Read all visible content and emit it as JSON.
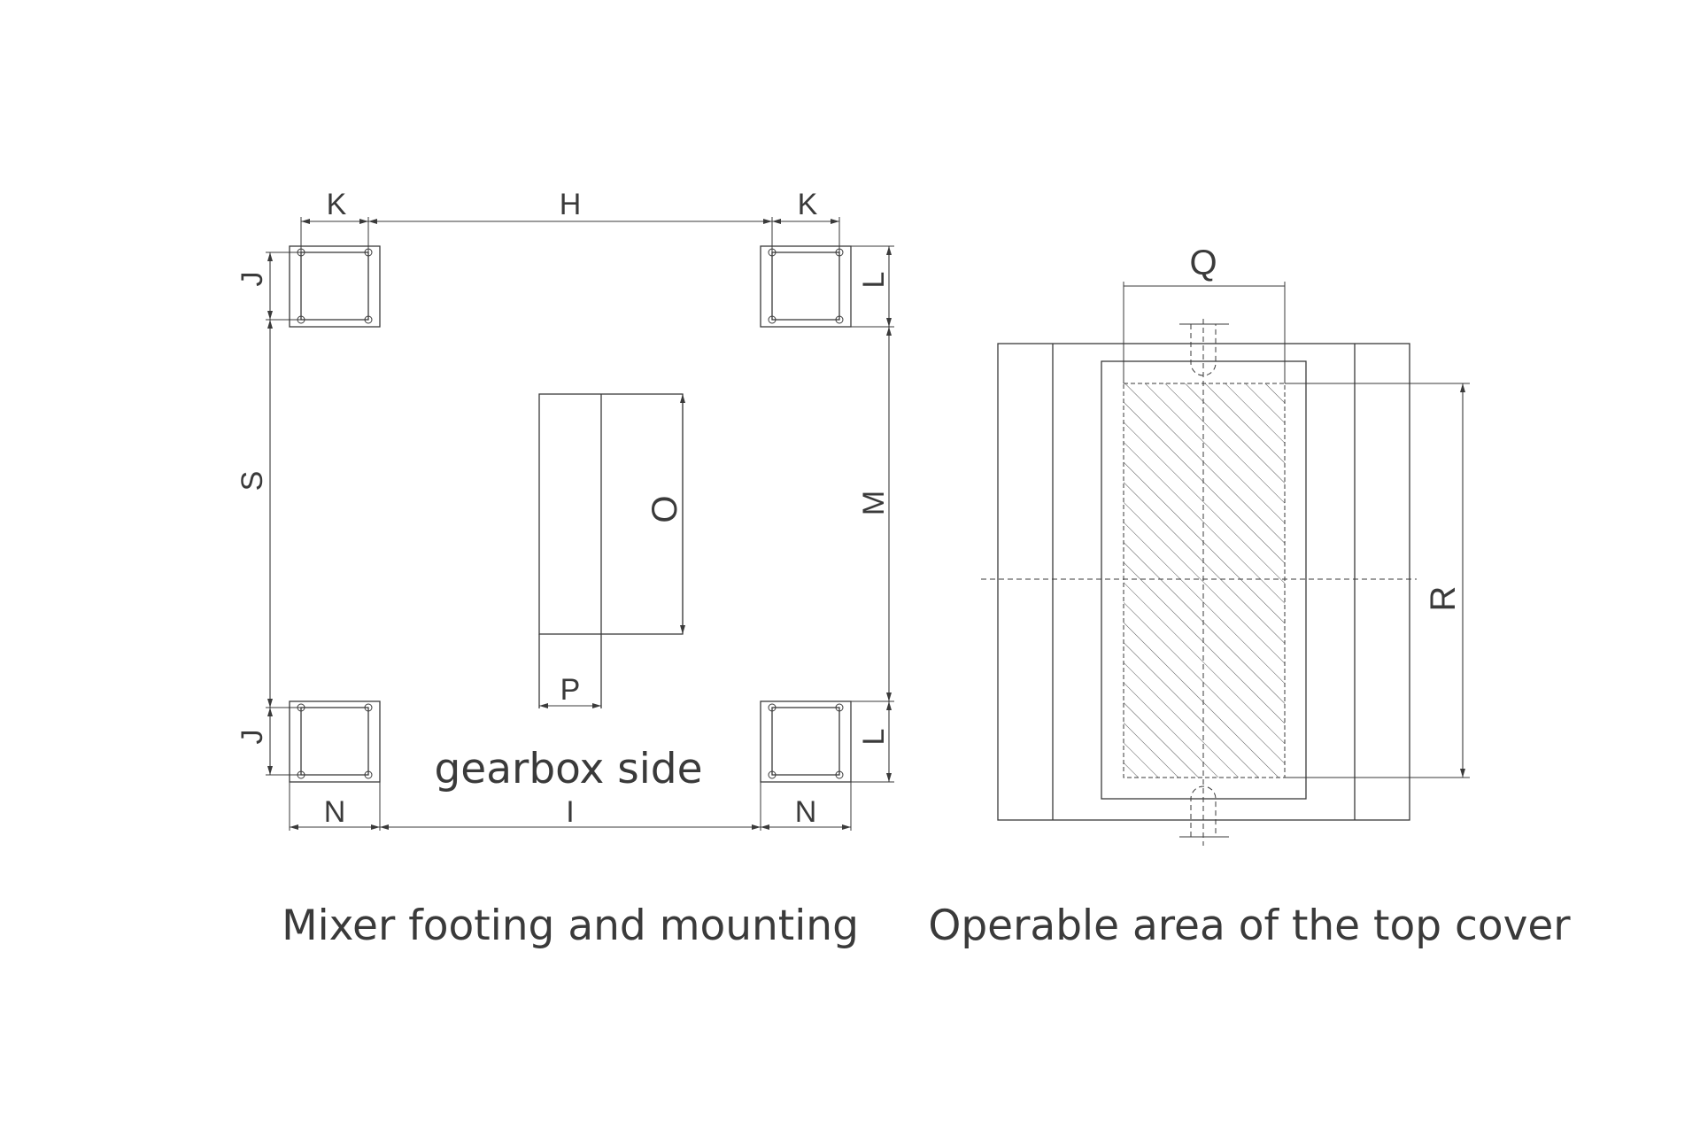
{
  "left_drawing": {
    "caption": "Mixer footing and mounting",
    "note": "gearbox side",
    "dims": {
      "K_left": "K",
      "H": "H",
      "K_right": "K",
      "J_top": "J",
      "J_bottom": "J",
      "L_top": "L",
      "L_bottom": "L",
      "S": "S",
      "M": "M",
      "O": "O",
      "P": "P",
      "N_left": "N",
      "I": "I",
      "N_right": "N"
    }
  },
  "right_drawing": {
    "caption": "Operable area of the top cover",
    "dims": {
      "Q": "Q",
      "R": "R"
    }
  },
  "colors": {
    "line": "#3a3a3a",
    "background": "#ffffff"
  }
}
